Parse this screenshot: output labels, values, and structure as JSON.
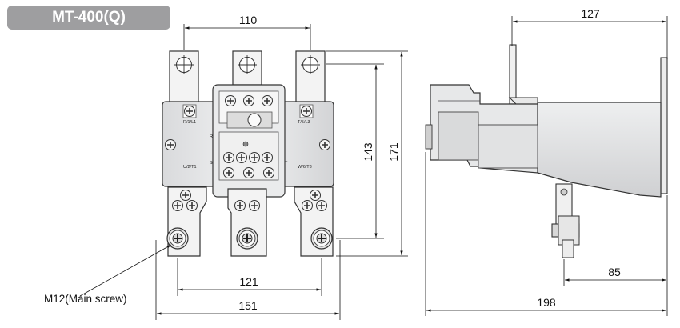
{
  "title": "MT-400(Q)",
  "front_view": {
    "dims": {
      "top_width": "110",
      "height_inner": "143",
      "height_outer": "171",
      "bottom_inner": "121",
      "bottom_outer": "151"
    },
    "terminals": {
      "top_left": "R/1/L1",
      "top_right": "T/5/L3",
      "bottom_left": "U/2/T1",
      "bottom_right": "W/6/T3"
    },
    "screw_note": "M12(Main screw)"
  },
  "side_view": {
    "dims": {
      "top_width": "127",
      "bottom_partial": "85",
      "bottom_total": "198"
    }
  }
}
